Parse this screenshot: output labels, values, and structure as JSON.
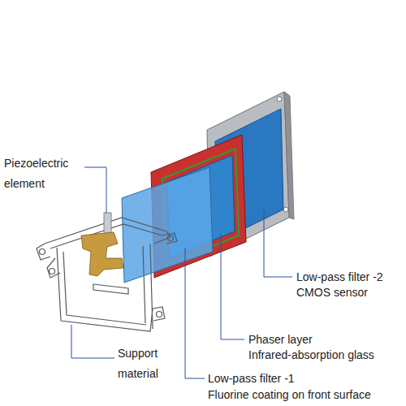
{
  "diagram": {
    "labels": [
      "Piezoelectric element",
      "Low-pass filter -2",
      "CMOS sensor",
      "Phaser layer",
      "Infrared-absorption glass",
      "Support material",
      "Low-pass filter -1",
      "Fluorine coating on front surface"
    ]
  }
}
